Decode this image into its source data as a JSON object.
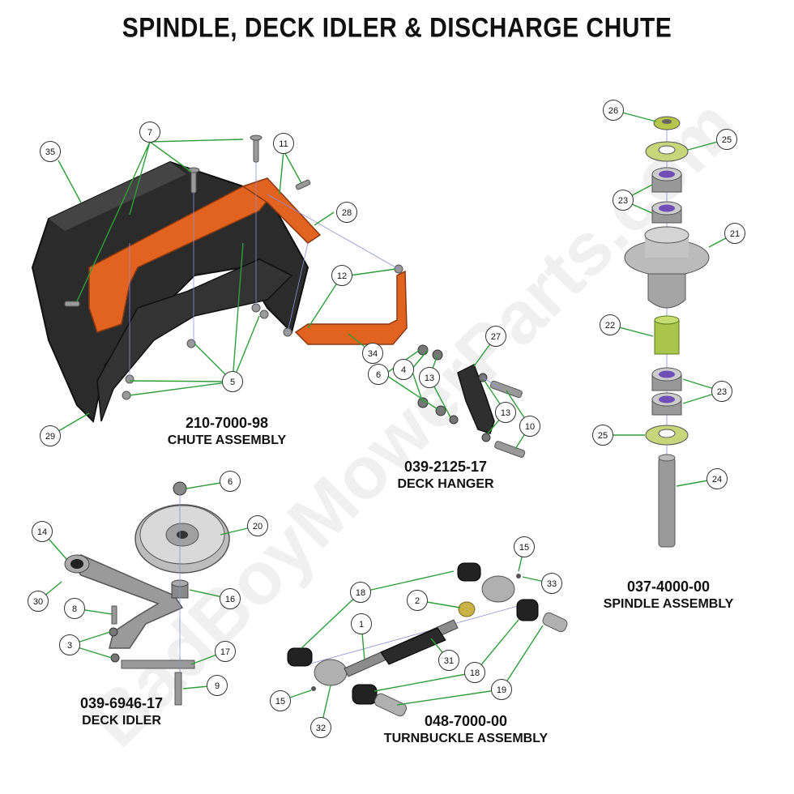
{
  "title": "SPINDLE, DECK IDLER & DISCHARGE CHUTE",
  "watermark": "BadBoyMowerParts.com",
  "colors": {
    "leader": "#2e9e3a",
    "orange": "#e2621f",
    "dark": "#2b2b2b",
    "gray": "#a9a9a9",
    "bearing": "#6f4fb5",
    "green_part": "#9bc23c"
  },
  "assemblies": [
    {
      "id": "chute",
      "part_number": "210-7000-98",
      "name": "CHUTE ASSEMBLY"
    },
    {
      "id": "hanger",
      "part_number": "039-2125-17",
      "name": "DECK HANGER"
    },
    {
      "id": "spindle",
      "part_number": "037-4000-00",
      "name": "SPINDLE ASSEMBLY"
    },
    {
      "id": "idler",
      "part_number": "039-6946-17",
      "name": "DECK IDLER"
    },
    {
      "id": "turnbuckle",
      "part_number": "048-7000-00",
      "name": "TURNBUCKLE ASSEMBLY"
    }
  ],
  "callouts": [
    "35",
    "7",
    "11",
    "28",
    "12",
    "34",
    "5",
    "29",
    "27",
    "4",
    "6",
    "13",
    "13",
    "10",
    "26",
    "25",
    "23",
    "21",
    "22",
    "23",
    "25",
    "24",
    "6",
    "14",
    "20",
    "30",
    "16",
    "8",
    "3",
    "17",
    "9",
    "15",
    "33",
    "18",
    "2",
    "1",
    "31",
    "18",
    "19",
    "15",
    "32"
  ]
}
